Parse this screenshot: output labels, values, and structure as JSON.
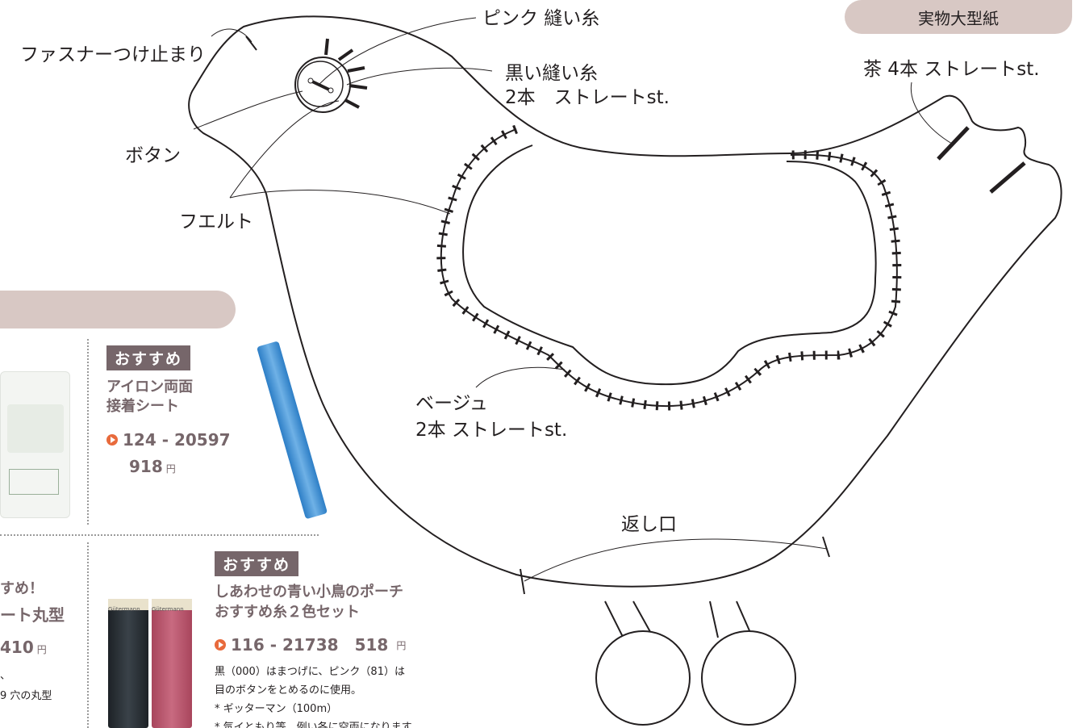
{
  "pattern": {
    "tab_label": "実物大型紙",
    "labels": {
      "zipper": "ファスナーつけ止まり",
      "pink_thread": "ピンク 縫い糸",
      "black_thread_line1": "黒い縫い糸",
      "black_thread_line2": "2本　ストレートst.",
      "button": "ボタン",
      "felt": "フエルト",
      "brown_stitch": "茶 4本 ストレートst.",
      "beige_line1": "ベージュ",
      "beige_line2": "2本 ストレートst.",
      "opening": "返し口"
    }
  },
  "products": {
    "iron_sheet": {
      "badge": "おすすめ",
      "name_line1": "アイロン両面",
      "name_line2": "接着シート",
      "code": "124 - 20597",
      "price": "918",
      "yen": "円"
    },
    "thread_set": {
      "badge": "おすすめ",
      "name_line1": "しあわせの青い小鳥のポーチ",
      "name_line2": "おすすめ糸２色セット",
      "code": "116 - 21738",
      "price": "518",
      "yen": "円",
      "desc_line1": "黒（000）はまつげに、ピンク（81）は",
      "desc_line2": "目のボタンをとめるのに使用。",
      "desc_line3": "* ギッターマン（100m）",
      "desc_line4": "* 気イともり等　例い各に空両になります"
    },
    "left_item": {
      "title_frag": "すめ！",
      "name_frag": "ート丸型",
      "price": "410",
      "yen": "円",
      "desc_frag1": "、",
      "desc_frag2": "9 穴の丸型"
    },
    "thread_brand": "Gütermann"
  }
}
